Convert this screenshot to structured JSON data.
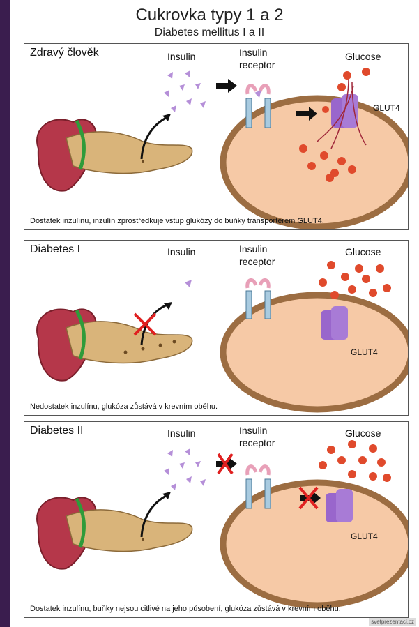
{
  "title": "Cukrovka typy 1 a 2",
  "subtitle": "Diabetes mellitus I a II",
  "labels": {
    "insulin": "Insulin",
    "receptor_line1": "Insulin",
    "receptor_line2": "receptor",
    "glucose": "Glucose",
    "glut4": "GLUT4"
  },
  "panels": [
    {
      "heading": "Zdravý člověk",
      "caption": "Dostatek inzulínu, inzulín zprostředkuje vstup glukózy do buňky transporterem GLUT4."
    },
    {
      "heading": "Diabetes I",
      "caption": "Nedostatek inzulínu, glukóza zůstává v krevním oběhu."
    },
    {
      "heading": "Diabetes II",
      "caption": "Dostatek inzulínu, buňky nejsou citlivé na jeho působení, glukóza zůstává v krevním oběhu."
    }
  ],
  "watermark": "svetprezentaci.cz",
  "colors": {
    "cell": "#f6c9a6",
    "membrane": "#9c6d42",
    "glucose": "#e04a2c",
    "insulin": "#b58fd8",
    "glut4": "#9966cc",
    "block": "#e02020"
  }
}
